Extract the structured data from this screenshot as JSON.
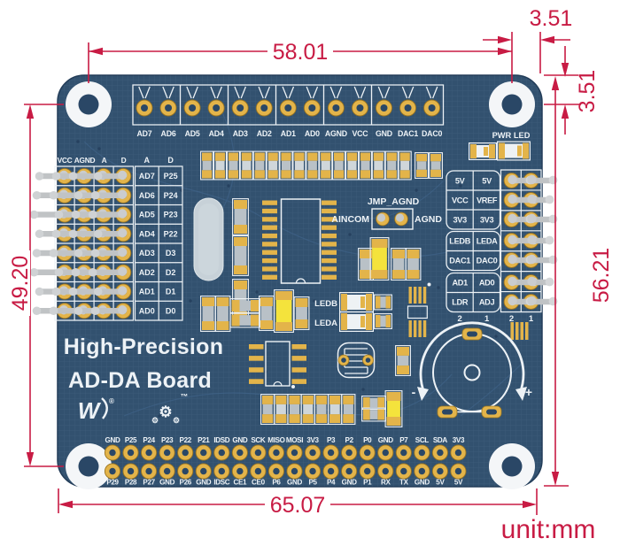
{
  "unit_label": "unit:mm",
  "dimensions": {
    "hole_span_horizontal": "58.01",
    "top_offset": "3.51",
    "side_offset": "3.51",
    "hole_span_vertical": "49.20",
    "board_height": "56.21",
    "board_width": "65.07"
  },
  "board": {
    "title_line1": "High-Precision",
    "title_line2": "AD-DA Board",
    "pwr_led_label": "PWR LED",
    "top_header": {
      "pins": [
        "AD7",
        "AD6",
        "AD5",
        "AD4",
        "AD3",
        "AD2",
        "AD1",
        "AD0",
        "AGND",
        "VCC",
        "GND",
        "DAC1",
        "DAC0"
      ]
    },
    "left_header": {
      "col_labels": [
        "VCC",
        "AGND",
        "A",
        "D"
      ],
      "table_headers": [
        "A",
        "D"
      ],
      "rows": [
        [
          "AD7",
          "P25"
        ],
        [
          "AD6",
          "P24"
        ],
        [
          "AD5",
          "P23"
        ],
        [
          "AD4",
          "P22"
        ],
        [
          "AD3",
          "D3"
        ],
        [
          "AD2",
          "D2"
        ],
        [
          "AD1",
          "D1"
        ],
        [
          "AD0",
          "D0"
        ]
      ]
    },
    "jumper": {
      "label": "JMP_AGND",
      "left": "AINCOM",
      "right": "AGND"
    },
    "led_labels": [
      "LEDB",
      "LEDA"
    ],
    "right_header": {
      "rows": [
        [
          "5V",
          "5V"
        ],
        [
          "VCC",
          "VREF"
        ],
        [
          "3V3",
          "3V3"
        ],
        [
          "LEDB",
          "LEDA"
        ],
        [
          "DAC1",
          "DAC0"
        ],
        [
          "AD1",
          "AD0"
        ],
        [
          "LDR",
          "ADJ"
        ]
      ],
      "pin_numbers": [
        "2",
        "1",
        "2",
        "1"
      ]
    },
    "potentiometer": {
      "minus": "-",
      "plus": "+"
    },
    "gpio": {
      "top_row": [
        "GND",
        "P25",
        "P24",
        "P23",
        "P22",
        "P21",
        "IDSD",
        "GND",
        "SCK",
        "MISO",
        "MOSI",
        "3V3",
        "P3",
        "P2",
        "P0",
        "GND",
        "P7",
        "SCL",
        "SDA",
        "3V3"
      ],
      "bottom_row": [
        "P29",
        "P28",
        "P27",
        "GND",
        "P26",
        "GND",
        "IDSC",
        "CE1",
        "CE0",
        "P6",
        "GND",
        "P5",
        "P4",
        "GND",
        "P1",
        "RX",
        "TX",
        "GND",
        "5V",
        "5V"
      ]
    },
    "logos": {
      "waveshare": "W",
      "registered": "®",
      "gear": "⚙",
      "trademark": "™"
    }
  },
  "colors": {
    "board_blue": "#32516f",
    "silkscreen_white": "#edf2f6",
    "pad_gold": "#e3b44a",
    "pin_gray": "#c0c3c5",
    "dimension_red": "#c81b44",
    "component_yellow": "#f4e33c"
  }
}
